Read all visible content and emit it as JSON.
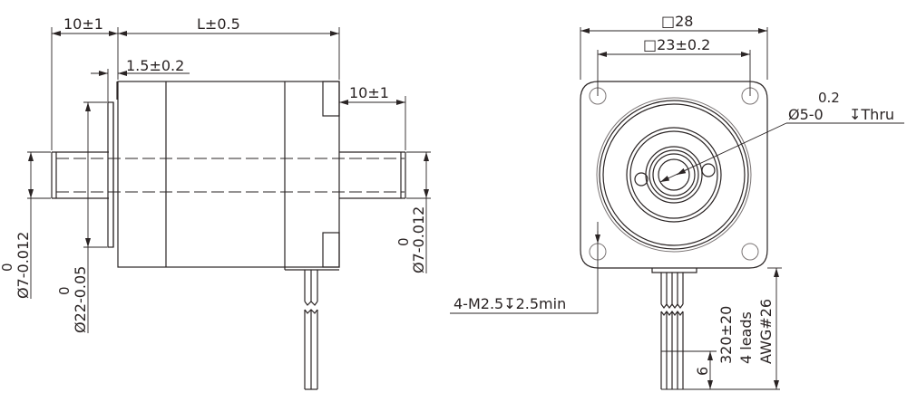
{
  "drawing": {
    "subject": "Stepper motor (28 mm frame, double shaft)",
    "side_view": {
      "dims": {
        "front_shaft_length": "10±1",
        "body_length": "L±0.5",
        "flange_thickness": "1.5±0.2",
        "rear_shaft_length": "10±1",
        "front_shaft_dia_main": "Ø7-0.012",
        "front_shaft_dia_upper": "0",
        "pilot_dia_main": "Ø22-0.05",
        "pilot_dia_upper": "0",
        "rear_shaft_dia_main": "Ø7-0.012",
        "rear_shaft_dia_upper": "0"
      }
    },
    "front_view": {
      "dims": {
        "frame_size": "□28",
        "hole_pitch": "□23±0.2",
        "bore_dia": "Ø5-0",
        "bore_tol_upper": "0.2",
        "bore_depth": "↧Thru",
        "mount_holes": "4-M2.5↧2.5min",
        "lead_length": "320±20",
        "lead_count": "4 leads",
        "lead_gauge": "AWG#26",
        "strip_length": "6"
      }
    },
    "colors": {
      "line": "#2a2424",
      "background": "#ffffff"
    }
  }
}
